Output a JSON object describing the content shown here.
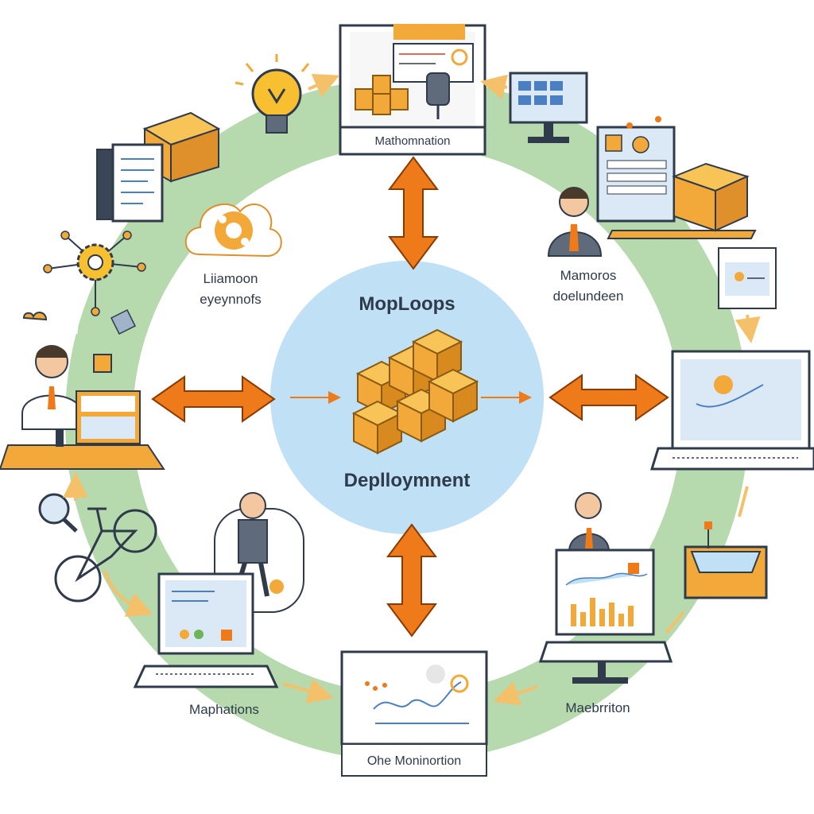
{
  "diagram": {
    "center": {
      "title": "MopLoops",
      "subtitle": "Deplloymnent"
    },
    "labels": {
      "top": "Mathomnation",
      "left": [
        "Liiamoon",
        "eyeynnofs"
      ],
      "right": [
        "Mamoros",
        "doelundeen"
      ],
      "bottom_left": "Maphations",
      "bottom_center": "Ohe Moninortion",
      "bottom_right": "Maebrriton"
    },
    "colors": {
      "ring": "#a9d4a0",
      "center": "#bfe0f5",
      "accent": "#ee7a1a",
      "box": "#f3a93a",
      "outline": "#2f3a4a",
      "screen": "#dbe9f7"
    },
    "icons": [
      "lightbulb-icon",
      "package-icon",
      "gear-icon",
      "person-icon",
      "laptop-icon",
      "monitor-icon",
      "bicycle-icon",
      "magnifier-icon",
      "server-icon",
      "chart-icon",
      "document-icon",
      "cubes-icon"
    ]
  }
}
